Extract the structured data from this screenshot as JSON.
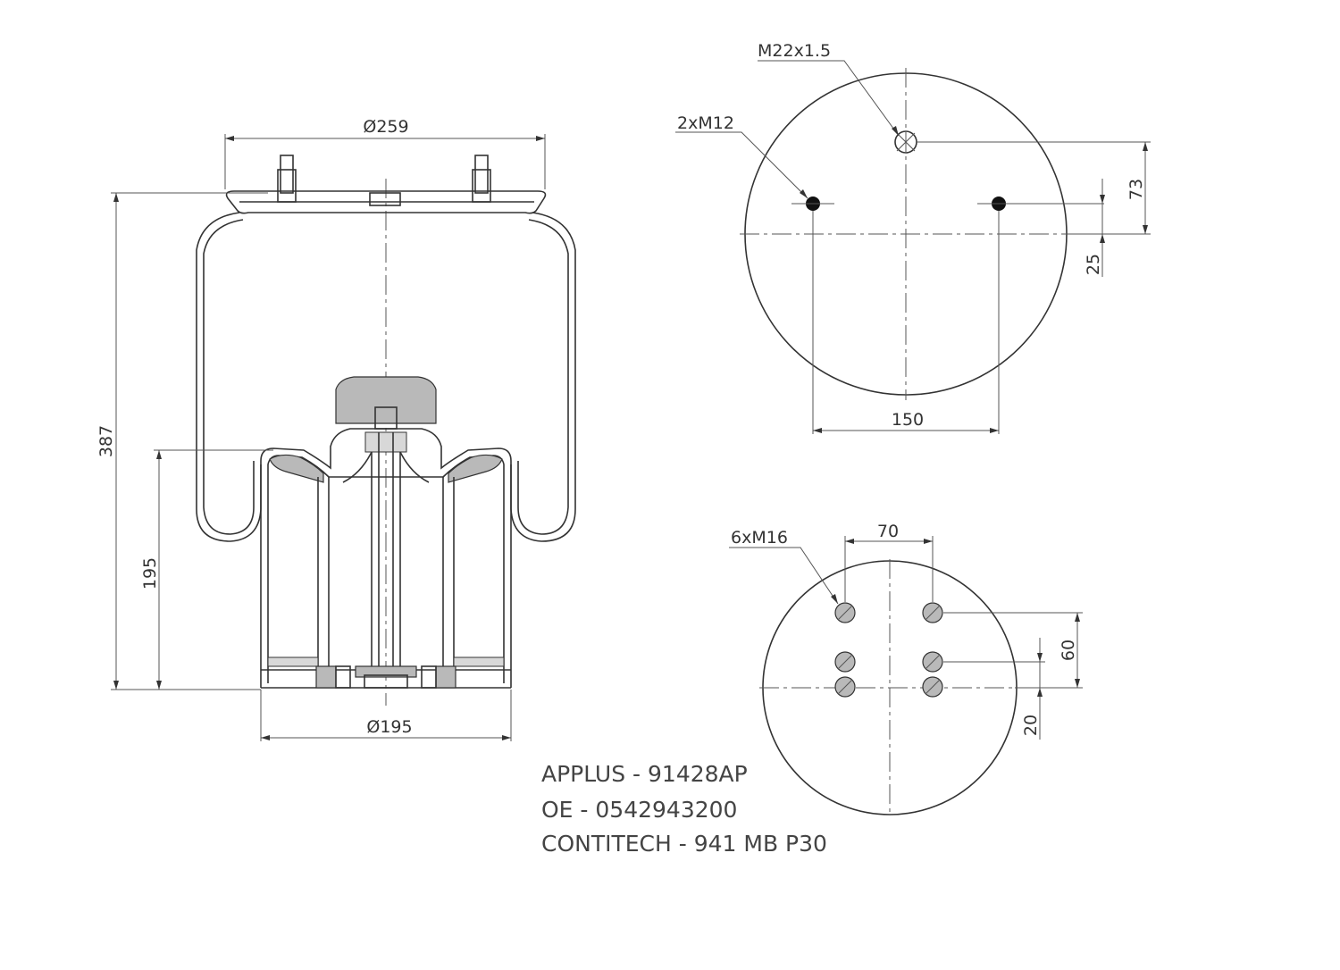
{
  "dimensions": {
    "top_plate_diameter": "Ø259",
    "total_height": "387",
    "piston_height": "195",
    "piston_diameter": "Ø195",
    "top_port_thread": "M22x1.5",
    "top_bolt_thread": "2xM12",
    "top_bolt_spacing": "150",
    "top_port_offset": "73",
    "top_bolt_offset": "25",
    "bottom_bolt_thread": "6xM16",
    "bottom_bolt_spacing": "70",
    "bottom_row_spacing": "60",
    "bottom_row_offset": "20"
  },
  "part_info": {
    "applus": "APPLUS - 91428AP",
    "oe": "OE - 0542943200",
    "contitech": "CONTITECH - 941 MB P30"
  },
  "colors": {
    "line": "#333333",
    "fill_gray": "#b9b9b9",
    "background": "#ffffff"
  }
}
